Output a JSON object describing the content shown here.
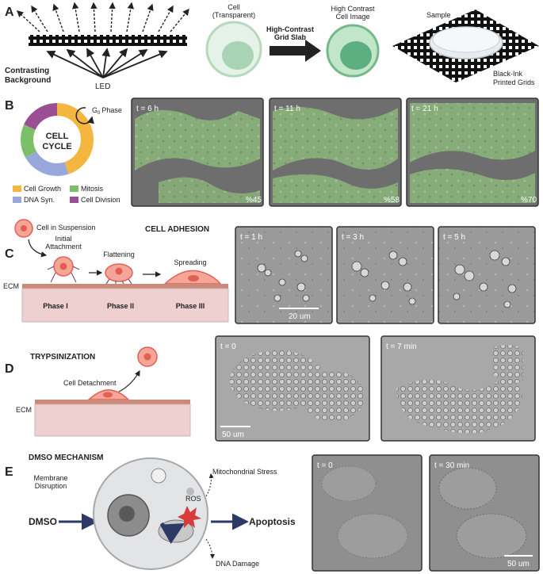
{
  "panel_labels": [
    "A",
    "B",
    "C",
    "D",
    "E"
  ],
  "panelA": {
    "contrasting_background": [
      "Contrasting",
      "Background"
    ],
    "led": "LED",
    "cell_transparent": [
      "Cell",
      "(Transparent)"
    ],
    "grid_slab": [
      "High-Contrast",
      "Grid Slab"
    ],
    "high_contrast": [
      "High Contrast",
      "Cell Image"
    ],
    "sample": "Sample",
    "printed_grids": [
      "Black-Ink",
      "Printed Grids"
    ]
  },
  "panelB": {
    "g0_phase": "Phase",
    "g0_letter": "G",
    "g0_sub": "0",
    "cycle_title": [
      "CELL",
      "CYCLE"
    ],
    "legend": [
      {
        "label": "Cell Growth",
        "color": "#f4b63f"
      },
      {
        "label": "Mitosis",
        "color": "#7cbf6b"
      },
      {
        "label": "DNA Syn.",
        "color": "#98a8dc"
      },
      {
        "label": "Cell Division",
        "color": "#9a4f94"
      }
    ],
    "images": [
      {
        "time": "t = 6 h",
        "percent": "%45"
      },
      {
        "time": "t = 11 h",
        "percent": "%58"
      },
      {
        "time": "t = 21 h",
        "percent": "%70"
      }
    ]
  },
  "panelC": {
    "suspension": "Cell in Suspension",
    "title": "CELL ADHESION",
    "initial": [
      "Initial",
      "Attachment"
    ],
    "flattening": "Flattening",
    "spreading": "Spreading",
    "ecm": "ECM",
    "phases": [
      "Phase I",
      "Phase II",
      "Phase III"
    ],
    "images": [
      {
        "time": "t = 1 h"
      },
      {
        "time": "t = 3 h"
      },
      {
        "time": "t = 5 h"
      }
    ],
    "scale": "20 um"
  },
  "panelD": {
    "title": "TRYPSINIZATION",
    "detachment": "Cell Detachment",
    "ecm": "ECM",
    "images": [
      {
        "time": "t = 0"
      },
      {
        "time": "t = 7 min"
      }
    ],
    "scale": "50 um"
  },
  "panelE": {
    "title": "DMSO MECHANISM",
    "membrane": [
      "Membrane",
      "Disruption"
    ],
    "dmso": "DMSO",
    "ros": "ROS",
    "mito_stress": "Mitochondrial Stress",
    "apoptosis": "Apoptosis",
    "dna_damage": "DNA Damage",
    "images": [
      {
        "time": "t = 0"
      },
      {
        "time": "t = 30 min"
      }
    ],
    "scale": "50 um"
  },
  "colors": {
    "arrow_dark": "#2d3a66",
    "cell_green": "#8fd0a6",
    "ecm_pink": "#eed0d0",
    "cell_red": "#e0614f"
  }
}
